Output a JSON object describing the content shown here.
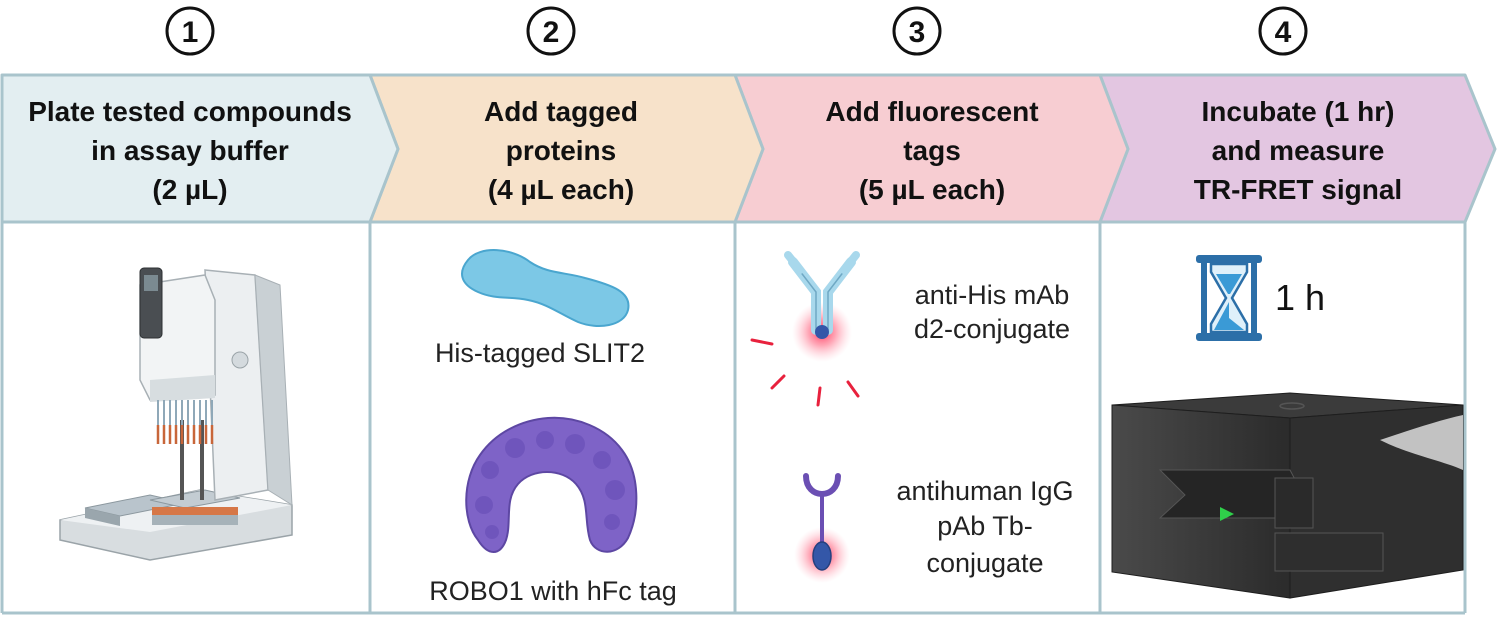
{
  "steps": [
    {
      "number": "1",
      "title_lines": [
        "Plate tested compounds",
        "in assay buffer",
        "(2 µL)"
      ],
      "color": "#e3eef1"
    },
    {
      "number": "2",
      "title_lines": [
        "Add tagged",
        "proteins",
        "(4 µL each)"
      ],
      "color": "#f7e2ca",
      "items": [
        "His-tagged SLIT2",
        "ROBO1 with hFc tag"
      ]
    },
    {
      "number": "3",
      "title_lines": [
        "Add fluorescent",
        "tags",
        "(5 µL each)"
      ],
      "color": "#f7cdd2",
      "items": [
        [
          "anti-His mAb",
          "d2-conjugate"
        ],
        [
          "antihuman IgG",
          "pAb Tb-",
          "conjugate"
        ]
      ]
    },
    {
      "number": "4",
      "title_lines": [
        "Incubate (1 hr)",
        "and measure",
        "TR-FRET signal"
      ],
      "color": "#e3c6e1",
      "timer_label": "1 h"
    }
  ],
  "colors": {
    "border": "#a9c4cc",
    "slit2": "#7cc8e6",
    "robo1": "#7e63c7",
    "d2_antibody": "#a8d8ec",
    "d2_glow": "#e8213d",
    "tb_antibody": "#6b4fb3",
    "tb_core": "#3457a8",
    "hourglass": "#2c6fa8",
    "reader": "#3a3a3a",
    "reader_led": "#2fd04a"
  },
  "icons": [
    "pipetting-robot-icon",
    "slit2-protein-icon",
    "robo1-protein-icon",
    "d2-antibody-icon",
    "tb-antibody-icon",
    "hourglass-icon",
    "plate-reader-icon"
  ]
}
